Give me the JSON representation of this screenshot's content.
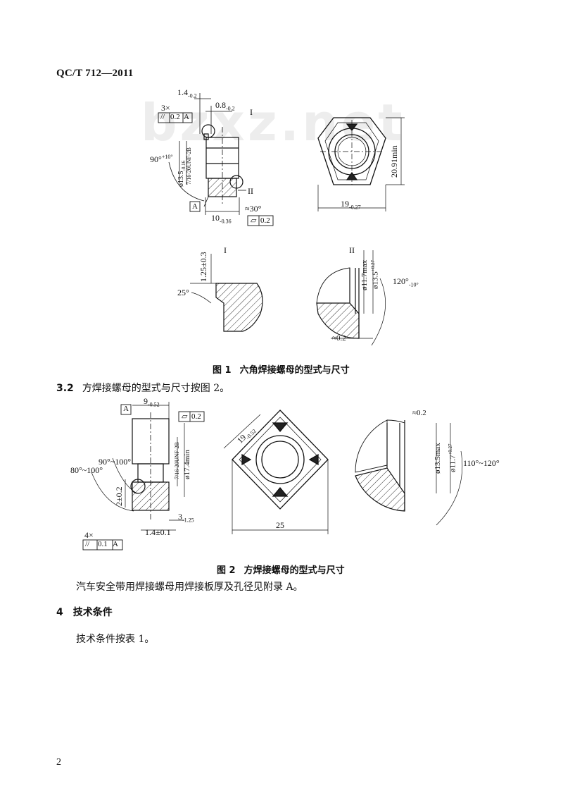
{
  "header": {
    "standard_no": "QC/T 712—2011"
  },
  "watermark": "bzxz.net",
  "fig1": {
    "number": "图 1",
    "title": "六角焊接螺母的型式与尺寸",
    "labels": {
      "d_1_4": "1.4",
      "d_1_4_tol": "-0.2",
      "d_0_8": "0.8",
      "d_0_8_tol": "-0.2",
      "count3": "3×",
      "parallel_val": "0.2",
      "datumA": "A",
      "angle90": "90°",
      "angle90_tol": "+10°",
      "dia135": "ø13.5",
      "dia135_tol": "-0.16",
      "thread": "7/16-20UNF-2B",
      "detI": "I",
      "detII": "II",
      "approx30": "≈30°",
      "d_10": "10",
      "d_10_tol": "-0.36",
      "flat_val": "0.2",
      "w2091": "20.91min",
      "w19": "19",
      "w19_tol": "-0.27",
      "viewI": "I",
      "viewII": "II",
      "h125": "1.25±0.3",
      "ang25": "25°",
      "d117": "ø11.7max",
      "d135b": "ø13.5",
      "d135b_tol": "+0.27",
      "ang120": "120°",
      "ang120_tol": "-10°",
      "approx02": "≈0.2"
    }
  },
  "section32": {
    "num": "3.2",
    "text": "方焊接螺母的型式与尺寸按图 2。"
  },
  "fig2": {
    "number": "图 2",
    "title": "方焊接螺母的型式与尺寸",
    "labels": {
      "datumA": "A",
      "d_9": "9",
      "d_9_tol": "-0.52",
      "flat_val": "0.2",
      "thread": "7/16-20UNF-2B",
      "d174": "ø17.4min",
      "ang90": "90°~100°",
      "ang80": "80°~100°",
      "h2": "2±0.2",
      "d_3": "3",
      "d_3_tol": "-1.25",
      "count4": "4×",
      "d_14": "1.4±0.1",
      "parallel_val": "0.1",
      "w19": "19",
      "w19_tol": "-0.52",
      "w25": "25",
      "approx02": "≈0.2",
      "d135": "ø13.5max",
      "d117": "ø11.7",
      "d117_tol": "+0.27",
      "ang110": "110°~120°"
    }
  },
  "note": "汽车安全带用焊接螺母用焊接板厚及孔径见附录 A。",
  "section4": {
    "num": "4",
    "title": "技术条件"
  },
  "section4_text": "技术条件按表 1。",
  "page_number": "2"
}
